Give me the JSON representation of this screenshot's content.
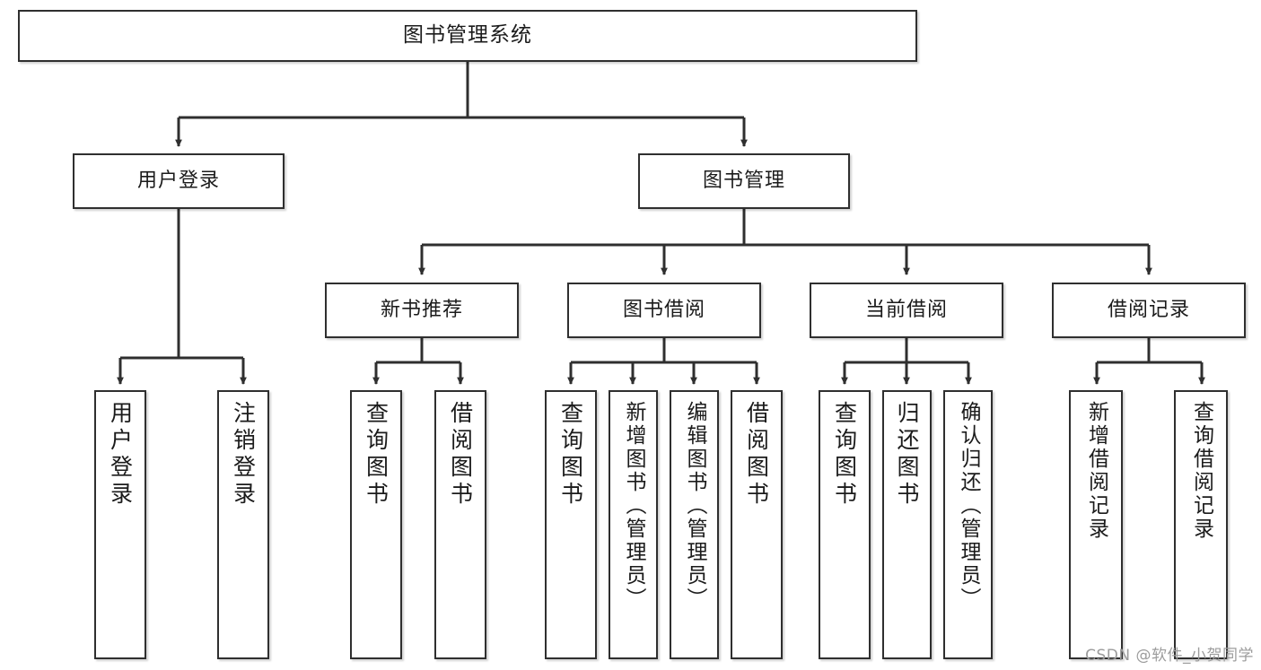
{
  "diagram": {
    "type": "tree",
    "title": "图书管理系统",
    "orientation": "top-down",
    "colors": {
      "node_border": "#2f2f2f",
      "node_fill": "#ffffff",
      "edge": "#2f2f2f",
      "text": "#1b1b1b",
      "watermark": "#9c9c9c",
      "background": "#ffffff"
    },
    "root": {
      "label": "图书管理系统"
    },
    "level2": [
      {
        "label": "用户登录"
      },
      {
        "label": "图书管理"
      }
    ],
    "level3": [
      {
        "label": "新书推荐"
      },
      {
        "label": "图书借阅"
      },
      {
        "label": "当前借阅"
      },
      {
        "label": "借阅记录"
      }
    ],
    "leaves": {
      "user_login": [
        {
          "label": "用户登录"
        },
        {
          "label": "注销登录"
        }
      ],
      "new_book_recommend": [
        {
          "label": "查询图书"
        },
        {
          "label": "借阅图书"
        }
      ],
      "book_borrow": [
        {
          "label": "查询图书"
        },
        {
          "label": "新增图书（管理员）"
        },
        {
          "label": "编辑图书（管理员）"
        },
        {
          "label": "借阅图书"
        }
      ],
      "current_borrow": [
        {
          "label": "查询图书"
        },
        {
          "label": "归还图书"
        },
        {
          "label": "确认归还（管理员）"
        }
      ],
      "borrow_record": [
        {
          "label": "新增借阅记录"
        },
        {
          "label": "查询借阅记录"
        }
      ]
    }
  },
  "watermark": {
    "text": "CSDN @软件_小贺同学"
  }
}
